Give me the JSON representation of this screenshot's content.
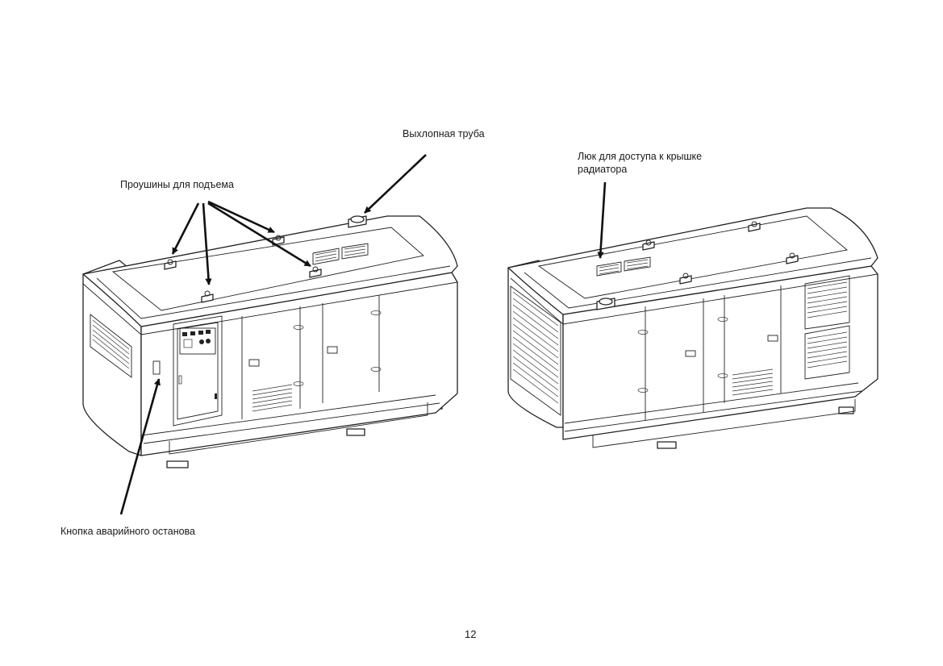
{
  "labels": {
    "exhaust_pipe": "Выхлопная труба",
    "lifting_eyes": "Проушины для подъема",
    "radiator_hatch_line1": "Люк для доступа к крышке",
    "radiator_hatch_line2": "радиатора",
    "emergency_stop": "Кнопка аварийного останова"
  },
  "page_number": "12"
}
